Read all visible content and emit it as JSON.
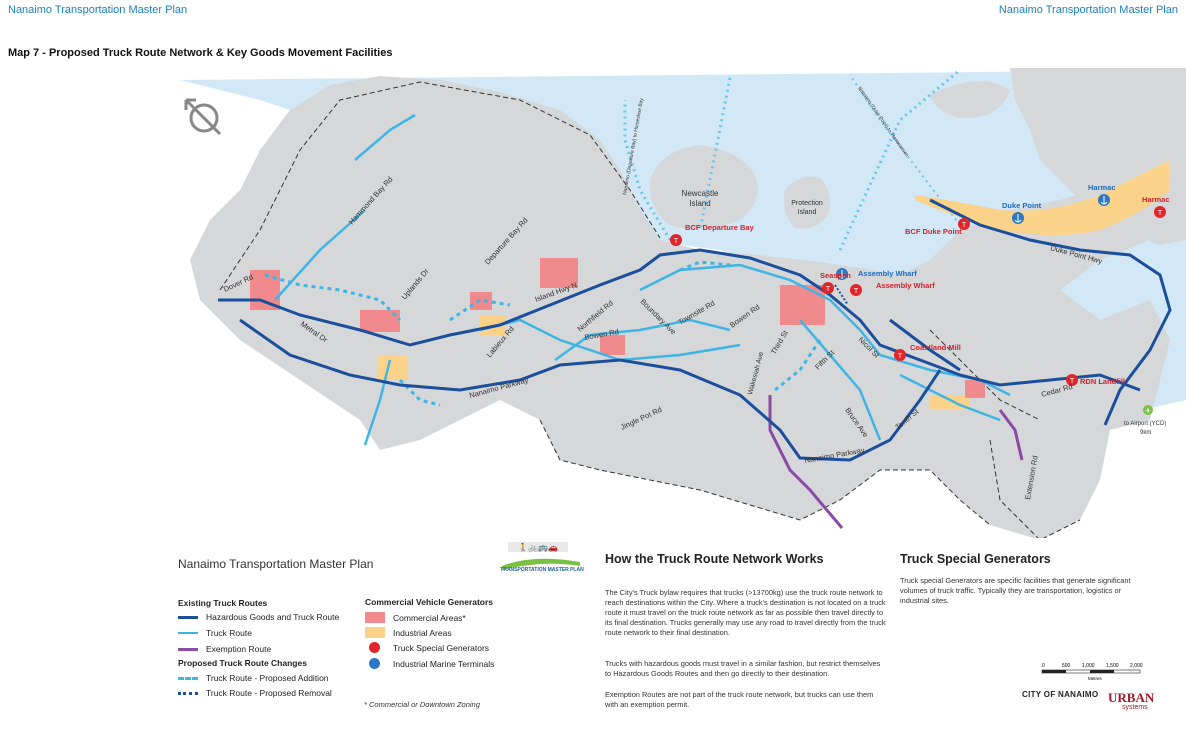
{
  "header": {
    "left": "Nanaimo Transportation Master Plan",
    "right": "Nanaimo Transportation Master Plan"
  },
  "map_title": "Map 7 - Proposed Truck Route Network & Key Goods Movement Facilities",
  "colors": {
    "water": "#cde6f5",
    "land": "#d6d7d9",
    "hazard_route": "#1b4f9c",
    "truck_route": "#3fb5e6",
    "exemption": "#8a4aa6",
    "commercial": "#f08a8d",
    "industrial": "#fbd28a",
    "generator": "#e0262b",
    "marine": "#2c78c2",
    "label_red": "#d21f2a",
    "label_blue": "#1a6dbf"
  },
  "map_labels": {
    "islands": [
      "Newcastle",
      "Island",
      "Protection",
      "Island"
    ],
    "ferries": [
      "Nanaimo (Departure Bay) to Horseshoe Bay",
      "Nanaimo (Duke Point) to Tsawwassen"
    ],
    "roads": [
      "Hammond Bay Rd",
      "Departure Bay Rd",
      "Uplands Dr",
      "Dover Rd",
      "Metral Dr",
      "Island Hwy N",
      "Boundary Ave",
      "Northfield Rd",
      "Townsite Rd",
      "Labieux Rd",
      "Bowen Rd",
      "Bowen Rd",
      "Nanaimo Parkway",
      "Jingle Pot Rd",
      "Third St",
      "Wakesiah Ave",
      "Fifth St",
      "Nicol St",
      "Bruce Ave",
      "Tenth St",
      "Nanaimo Parkway",
      "Cedar Rd",
      "Extension Rd",
      "Duke Point Hwy"
    ],
    "generators": [
      "BCF Departure Bay",
      "Seaspan",
      "Assembly Wharf",
      "Coastland Mill",
      "RDN Landfill",
      "BCF Duke Point",
      "Harmac"
    ],
    "marine": [
      "Assembly Wharf",
      "Duke Point",
      "Harmac"
    ],
    "airport": "to Airport (YCD)",
    "airport_dist": "9km"
  },
  "legend": {
    "title": "Nanaimo Transportation Master Plan",
    "logo_text": "TRANSPORTATION MASTER PLAN",
    "existing_heading": "Existing Truck Routes",
    "hazard": "Hazardous Goods and Truck Route",
    "truck": "Truck Route",
    "exemption": "Exemption Route",
    "proposed_heading": "Proposed Truck Route Changes",
    "addition": "Truck Route - Proposed Addition",
    "removal": "Truck Route - Proposed Removal",
    "cvg_heading": "Commercial Vehicle Generators",
    "commercial": "Commercial Areas*",
    "industrial": "Industrial Areas",
    "generators": "Truck Special Generators",
    "marine": "Industrial Marine Terminals",
    "footnote": "* Commercial or Downtown Zoning"
  },
  "how": {
    "title": "How the Truck Route Network Works",
    "p1": "The City's Truck bylaw requires that trucks (>13700kg) use the truck route network to reach destinations within the City.  Where a truck's destination is not located on a truck route it must travel on the truck route network as far as possible then travel directly to its final destination.  Trucks generally may use any road to travel directly from the truck route network to their final destination.",
    "p2": "Trucks with hazardous goods must travel in a similar fashion, but restrict themselves to Hazardous Goods Routes and then go directly to their destination.",
    "p3": "Exemption Routes are not part of the truck route network, but trucks can use them with an exemption permit."
  },
  "special": {
    "title": "Truck Special Generators",
    "p1": "Truck special Generators are specific facilities that generate significant volumes of truck traffic.  Typically they are transportation, logistics or industrial sites."
  },
  "scale": {
    "ticks": [
      "0",
      "500",
      "1,000",
      "1,500",
      "2,000"
    ],
    "unit": "Metres"
  },
  "city_logo": "CITY OF NANAIMO",
  "urban": "URBAN",
  "urban_sub": "systems"
}
